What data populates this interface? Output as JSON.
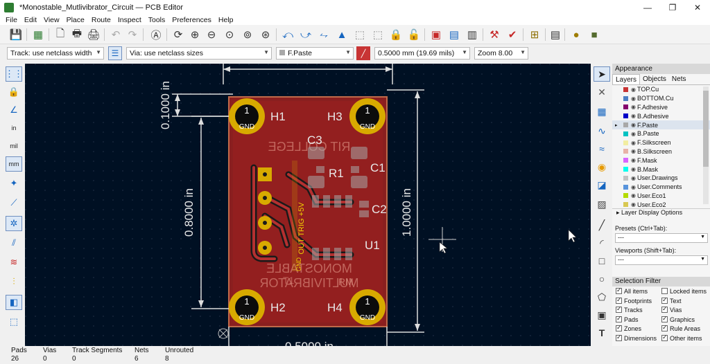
{
  "window": {
    "title": "*Monostable_Mutlivibrator_Circuit — PCB Editor",
    "minimize": "—",
    "maximize": "❐",
    "close": "✕"
  },
  "menu": [
    "File",
    "Edit",
    "View",
    "Place",
    "Route",
    "Inspect",
    "Tools",
    "Preferences",
    "Help"
  ],
  "toolbar": {
    "track_width": "Track: use netclass width",
    "via_size": "Via: use netclass sizes",
    "layer": "F.Paste",
    "grid": "0.5000 mm (19.69 mils)",
    "zoom": "Zoom 8.00"
  },
  "left_toolbar": {
    "in_label": "in",
    "mil_label": "mil",
    "mm_label": "mm"
  },
  "canvas": {
    "dims": {
      "top": "0.1000 in",
      "left": "0.8000 in",
      "right": "1.0000 in",
      "bottom": "0.5000 in"
    },
    "holes": [
      "H1",
      "H3",
      "H2",
      "H4"
    ],
    "pad_number": "1",
    "pad_net": "GND",
    "refs": [
      "C3",
      "R1",
      "C1",
      "C2",
      "U1"
    ],
    "silk_top": "RIT COLLEGE",
    "silk_bottom_1": "MONOSTABLE",
    "silk_bottom_2": "MULTIVIBRATOR",
    "silk_small_1": "T1",
    "silk_small_2": "RM",
    "side_text": "OUT TRIG +5V",
    "gnd_text": "GND"
  },
  "appearance": {
    "title": "Appearance",
    "tabs": [
      "Layers",
      "Objects",
      "Nets"
    ],
    "layers": [
      {
        "name": "TOP.Cu",
        "color": "#c83434"
      },
      {
        "name": "BOTTOM.Cu",
        "color": "#4d7fc4"
      },
      {
        "name": "F.Adhesive",
        "color": "#84006c"
      },
      {
        "name": "B.Adhesive",
        "color": "#0000c8"
      },
      {
        "name": "F.Paste",
        "color": "#a8a8a8"
      },
      {
        "name": "B.Paste",
        "color": "#00c2c2"
      },
      {
        "name": "F.Silkscreen",
        "color": "#f2eda1"
      },
      {
        "name": "B.Silkscreen",
        "color": "#e8b2a7"
      },
      {
        "name": "F.Mask",
        "color": "#d864ff"
      },
      {
        "name": "B.Mask",
        "color": "#02ffee"
      },
      {
        "name": "User.Drawings",
        "color": "#c2c2c2"
      },
      {
        "name": "User.Comments",
        "color": "#5994dc"
      },
      {
        "name": "User.Eco1",
        "color": "#b4db00"
      },
      {
        "name": "User.Eco2",
        "color": "#d8c852"
      }
    ],
    "selected_layer": "F.Paste",
    "layer_display_options": "Layer Display Options",
    "presets_label": "Presets (Ctrl+Tab):",
    "presets_value": "---",
    "viewports_label": "Viewports (Shift+Tab):",
    "viewports_value": "---"
  },
  "selection_filter": {
    "title": "Selection Filter",
    "items": [
      {
        "label": "All items",
        "checked": true
      },
      {
        "label": "Locked items",
        "checked": false
      },
      {
        "label": "Footprints",
        "checked": true
      },
      {
        "label": "Text",
        "checked": true
      },
      {
        "label": "Tracks",
        "checked": true
      },
      {
        "label": "Vias",
        "checked": true
      },
      {
        "label": "Pads",
        "checked": true
      },
      {
        "label": "Graphics",
        "checked": true
      },
      {
        "label": "Zones",
        "checked": true
      },
      {
        "label": "Rule Areas",
        "checked": true
      },
      {
        "label": "Dimensions",
        "checked": true
      },
      {
        "label": "Other items",
        "checked": true
      }
    ]
  },
  "status": {
    "labels": [
      "Pads",
      "Vias",
      "Track Segments",
      "Nets",
      "Unrouted"
    ],
    "values": [
      "26",
      "0",
      "0",
      "6",
      "8"
    ]
  }
}
